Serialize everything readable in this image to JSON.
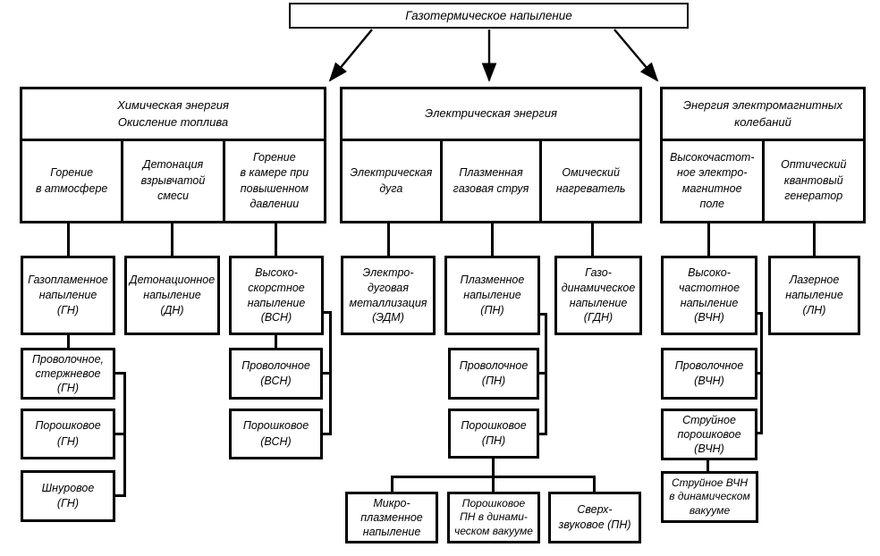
{
  "diagram": {
    "title": "Газотермическое напыление",
    "branches": {
      "chemical": {
        "header": "Химическая энергия\nОкисление топлива",
        "sources": [
          "Горение\nв атмосфере",
          "Детонация\nвзрывчатой\nсмеси",
          "Горение\nв камере при\nповышенном\nдавлении"
        ]
      },
      "electrical": {
        "header": "Электрическая энергия",
        "sources": [
          "Электрическая\nдуга",
          "Плазменная\nгазовая струя",
          "Омический\nнагреватель"
        ]
      },
      "electromagnetic": {
        "header": "Энергия электромагнитных\nколебаний",
        "sources": [
          "Высокочастот-\nное электро-\nмагнитное\nполе",
          "Оптический\nквантовый\nгенератор"
        ]
      }
    },
    "methods": {
      "gn": "Газопламенное\nнапыление\n(ГН)",
      "dn": "Детонационное\nнапыление\n(ДН)",
      "vsn": "Высоко-\nскорстное\nнапыление\n(ВСН)",
      "edm": "Электро-\nдуговая\nметаллизация\n(ЭДМ)",
      "pn": "Плазменное\nнапыление\n(ПН)",
      "gdn": "Газо-\nдинамическое\nнапыление\n(ГДН)",
      "vchn": "Высоко-\nчастотное\nнапыление\n(ВЧН)",
      "ln": "Лазерное\nнапыление\n(ЛН)",
      "gn_wire": "Проволочное,\nстержневое\n(ГН)",
      "gn_powder": "Порошковое\n(ГН)",
      "gn_cord": "Шнуровое\n(ГН)",
      "vsn_wire": "Проволочное\n(ВСН)",
      "vsn_powder": "Порошковое\n(ВСН)",
      "pn_wire": "Проволочное\n(ПН)",
      "pn_powder": "Порошковое\n(ПН)",
      "micro_pn": "Микро-\nплазменное\nнапыление",
      "pn_vacuum": "Порошковое\nПН в динами-\nческом вакууме",
      "supersonic_pn": "Сверх-\nзвуковое (ПН)",
      "vchn_wire": "Проволочное\n(ВЧН)",
      "vchn_jet_powder": "Струйное\nпорошковое\n(ВЧН)",
      "vchn_vacuum": "Струйное ВЧН\nв динамическом\nвакууме"
    },
    "colors": {
      "line": "#000000",
      "background": "#ffffff"
    }
  }
}
